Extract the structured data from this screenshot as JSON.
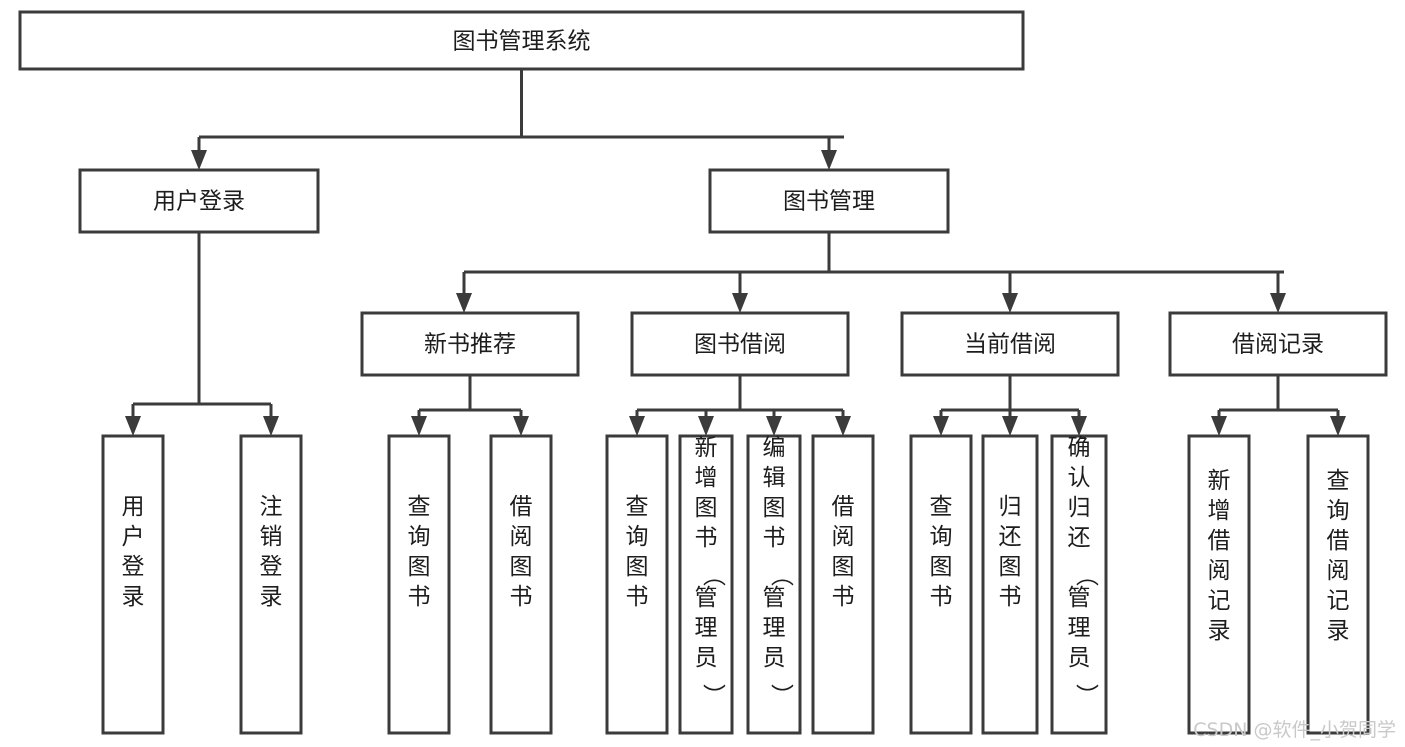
{
  "diagram": {
    "title": "图书管理系统",
    "type": "hierarchy-tree",
    "background_color": "#ffffff",
    "box_stroke_color": "#3b3b3b",
    "box_fill_color": "#ffffff",
    "text_color": "#1d1d1d",
    "levels": 4
  },
  "root": {
    "label": "图书管理系统",
    "orientation": "horizontal"
  },
  "level2": [
    {
      "label": "用户登录",
      "orientation": "horizontal"
    },
    {
      "label": "图书管理",
      "orientation": "horizontal"
    }
  ],
  "level3": [
    {
      "label": "新书推荐",
      "orientation": "horizontal"
    },
    {
      "label": "图书借阅",
      "orientation": "horizontal"
    },
    {
      "label": "当前借阅",
      "orientation": "horizontal"
    },
    {
      "label": "借阅记录",
      "orientation": "horizontal"
    }
  ],
  "leaves": {
    "user_login": [
      {
        "label": "用户登录",
        "chars": [
          "用",
          "户",
          "登",
          "录"
        ]
      },
      {
        "label": "注销登录",
        "chars": [
          "注",
          "销",
          "登",
          "录"
        ]
      }
    ],
    "new_book_recommend": [
      {
        "label": "查询图书",
        "chars": [
          "查",
          "询",
          "图",
          "书"
        ]
      },
      {
        "label": "借阅图书",
        "chars": [
          "借",
          "阅",
          "图",
          "书"
        ]
      }
    ],
    "book_borrow": [
      {
        "label": "查询图书",
        "chars": [
          "查",
          "询",
          "图",
          "书"
        ]
      },
      {
        "label": "新增图书（管理员）",
        "chars": [
          "新",
          "增",
          "图",
          "书",
          "（",
          "管",
          "理",
          "员",
          "）"
        ]
      },
      {
        "label": "编辑图书（管理员）",
        "chars": [
          "编",
          "辑",
          "图",
          "书",
          "（",
          "管",
          "理",
          "员",
          "）"
        ]
      },
      {
        "label": "借阅图书",
        "chars": [
          "借",
          "阅",
          "图",
          "书"
        ]
      }
    ],
    "current_borrow": [
      {
        "label": "查询图书",
        "chars": [
          "查",
          "询",
          "图",
          "书"
        ]
      },
      {
        "label": "归还图书",
        "chars": [
          "归",
          "还",
          "图",
          "书"
        ]
      },
      {
        "label": "确认归还（管理员）",
        "chars": [
          "确",
          "认",
          "归",
          "还",
          "（",
          "管",
          "理",
          "员",
          "）"
        ]
      }
    ],
    "borrow_record": [
      {
        "label": "新增借阅记录",
        "chars": [
          "新",
          "增",
          "借",
          "阅",
          "记",
          "录"
        ]
      },
      {
        "label": "查询借阅记录",
        "chars": [
          "查",
          "询",
          "借",
          "阅",
          "记",
          "录"
        ]
      }
    ]
  },
  "watermark": {
    "text": "CSDN @软件_小贺同学",
    "color": "#c9c9c9"
  }
}
